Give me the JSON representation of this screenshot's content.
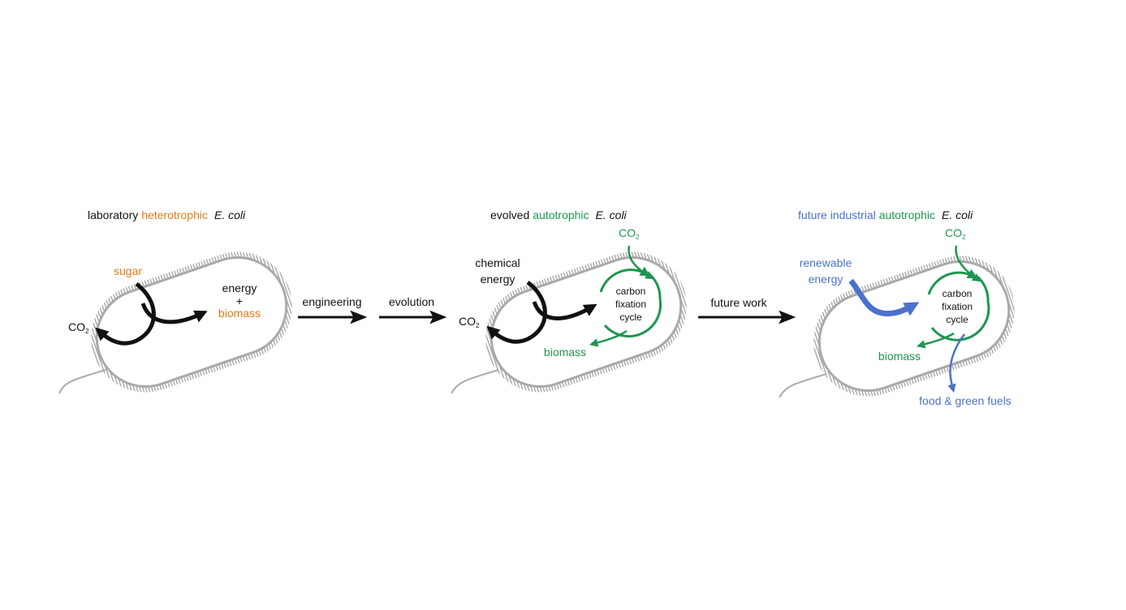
{
  "colors": {
    "black": "#111111",
    "orange": "#e07b1a",
    "green": "#1e9650",
    "blue": "#4a72cc",
    "membrane": "#a9a9a9"
  },
  "panel1": {
    "title_a": "laboratory",
    "title_b": "heterotrophic",
    "title_c": "E. coli",
    "sugar": "sugar",
    "co2": "CO",
    "co2_sub": "2",
    "energy": "energy",
    "plus": "+",
    "biomass": "biomass"
  },
  "steps": {
    "engineering": "engineering",
    "evolution": "evolution",
    "future_work": "future work"
  },
  "panel2": {
    "title_a": "evolved",
    "title_b": "autotrophic",
    "title_c": "E. coli",
    "co2_top": "CO",
    "co2_top_sub": "2",
    "chemical": "chemical",
    "energy": "energy",
    "co2_left": "CO",
    "co2_left_sub": "2",
    "cycle_1": "carbon",
    "cycle_2": "fixation",
    "cycle_3": "cycle",
    "biomass": "biomass"
  },
  "panel3": {
    "title_a": "future industrial",
    "title_b": "autotrophic",
    "title_c": "E. coli",
    "co2_top": "CO",
    "co2_top_sub": "2",
    "renewable": "renewable",
    "energy": "energy",
    "cycle_1": "carbon",
    "cycle_2": "fixation",
    "cycle_3": "cycle",
    "biomass": "biomass",
    "products": "food & green fuels"
  }
}
